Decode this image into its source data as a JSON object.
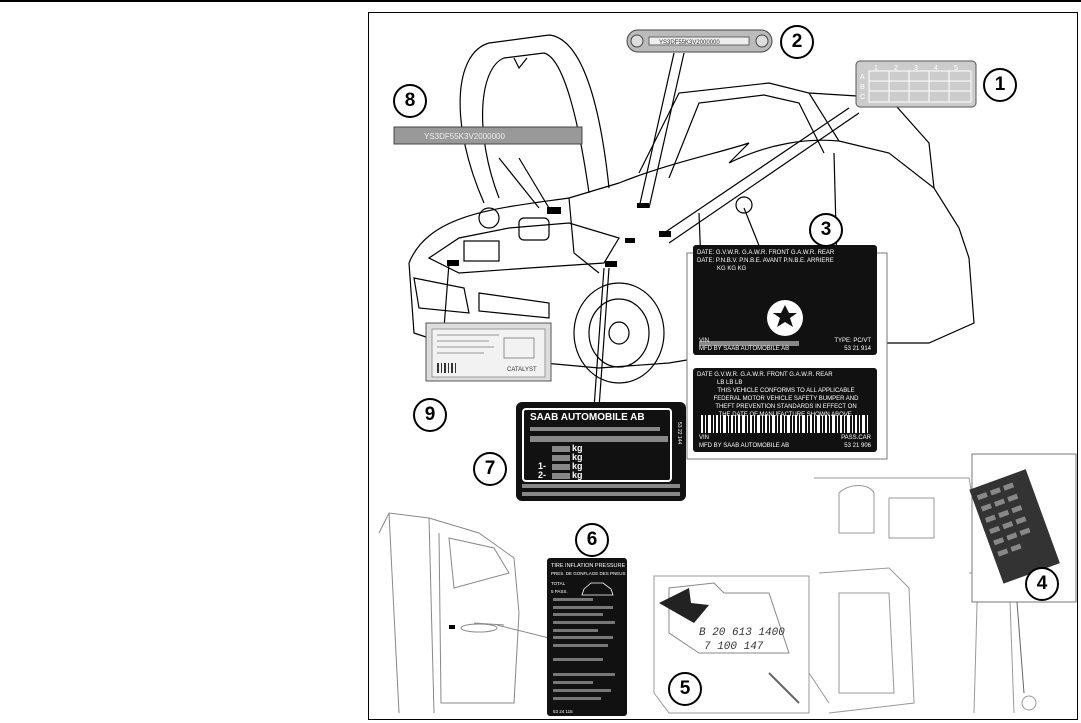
{
  "figure": {
    "callouts": [
      "1",
      "2",
      "3",
      "4",
      "5",
      "6",
      "7",
      "8",
      "9"
    ],
    "label1": {
      "cols": [
        "1",
        "2",
        "3",
        "4",
        "5"
      ],
      "rows": [
        "A",
        "B",
        "C"
      ]
    },
    "label2": {
      "text": "YS3DF55K3V2000000"
    },
    "label8": {
      "text": "YS3DF55K3V2000000"
    },
    "label3a": {
      "line1": "DATE: G.V.W.R. G.A.W.R. FRONT G.A.W.R. REAR",
      "line2": "DATE: P.N.B.V. P.N.B.E. AVANT P.N.B.E. ARRIERE",
      "units": "KG  KG  KG",
      "vin": "VIN",
      "type": "TYPE: PC/VT",
      "mfd": "MFD BY SAAB AUTOMOBILE AB",
      "code": "53 21 914"
    },
    "label3b": {
      "line1": "DATE G.V.W.R. G.A.W.R. FRONT G.A.W.R. REAR",
      "units": "LB LB LB",
      "text1": "THIS VEHICLE CONFORMS TO ALL APPLICABLE",
      "text2": "FEDERAL MOTOR VEHICLE SAFETY BUMPER AND",
      "text3": "THEFT PREVENTION STANDARDS IN EFFECT ON",
      "text4": "THE DATE OF MANUFACTURE SHOWN ABOVE.",
      "vin": "VIN",
      "type": "PASS.CAR",
      "mfd": "MFD BY SAAB AUTOMOBILE AB",
      "code": "53 21 906"
    },
    "label7": {
      "title": "SAAB AUTOMOBILE AB",
      "kg": [
        "kg",
        "kg",
        "kg",
        "kg"
      ],
      "axle1": "1-",
      "axle2": "2-",
      "code": "53 22 144"
    },
    "label6": {
      "title": "TIRE INFLATION PRESSURE",
      "subtitle": "PRES. DE GONFLAGE DES PNEUS",
      "total": "TOTAL",
      "pass": "5 PASS.",
      "code": "53 24 115"
    },
    "label9": {
      "text": "CATALYST"
    },
    "label5": {
      "line1": "B 20 613 1400",
      "line2": "7 100 147"
    }
  }
}
